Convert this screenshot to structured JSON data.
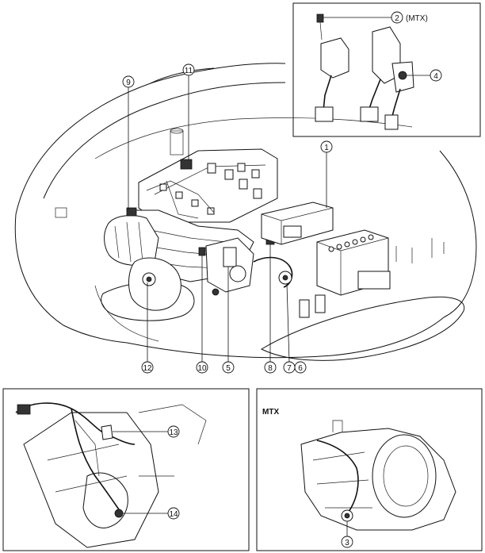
{
  "callouts": {
    "c1": "1",
    "c2": "2",
    "c3": "3",
    "c4": "4",
    "c5": "5",
    "c6": "6",
    "c7": "7",
    "c8": "8",
    "c9": "9",
    "c10": "10",
    "c11": "11",
    "c12": "12",
    "c13": "13",
    "c14": "14"
  },
  "labels": {
    "pedal_note": "(MTX)",
    "transaxle_title": "MTX"
  }
}
